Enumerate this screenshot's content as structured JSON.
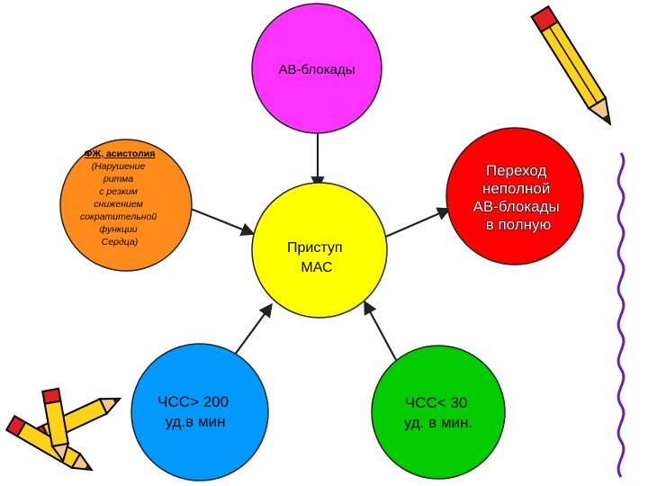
{
  "diagram": {
    "center": {
      "lines": [
        "Приступ",
        "МАС"
      ],
      "fill": "#ffff00"
    },
    "nodes": {
      "top": {
        "lines": [
          "АВ-блокады"
        ],
        "fill": "#ff33ff"
      },
      "left": {
        "title": "ФЖ, асистолия",
        "lines": [
          "(Нарушение",
          "ритма",
          "с резким",
          "снижением",
          "сократительной",
          "функции",
          "Сердца)"
        ],
        "fill": "#ff8c1a"
      },
      "right": {
        "lines": [
          "Переход",
          "неполной",
          "АВ-блокады",
          "в полную"
        ],
        "fill": "#ff0000"
      },
      "bottom_left": {
        "lines": [
          "ЧСС> 200",
          "уд.в мин"
        ],
        "fill": "#0099ff"
      },
      "bottom_right": {
        "lines": [
          "ЧСС< 30",
          "уд. в мин."
        ],
        "fill": "#00cc00"
      }
    },
    "decorations": {
      "pencil_top_right": "pencil-icon",
      "pencils_bottom_left": "pencils-icon",
      "border_squiggle": "squiggle-border"
    }
  }
}
